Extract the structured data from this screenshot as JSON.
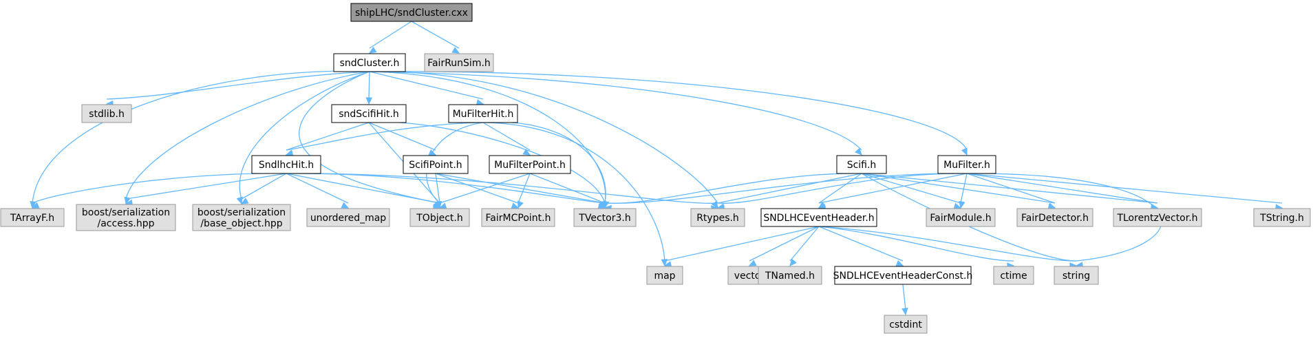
{
  "graph": {
    "colors": {
      "edge": "#63b8ff",
      "root_fill": "#999999",
      "file_fill": "#ffffff",
      "file_stroke": "#000000",
      "external_fill": "#e0e0e0",
      "external_stroke": "#999999"
    },
    "nodes": [
      {
        "id": "root",
        "label": [
          "shipLHC/sndCluster.cxx"
        ],
        "kind": "root"
      },
      {
        "id": "sndCluster",
        "label": [
          "sndCluster.h"
        ],
        "kind": "file"
      },
      {
        "id": "FairRunSim",
        "label": [
          "FairRunSim.h"
        ],
        "kind": "external"
      },
      {
        "id": "stdlib",
        "label": [
          "stdlib.h"
        ],
        "kind": "external"
      },
      {
        "id": "sndScifiHit",
        "label": [
          "sndScifiHit.h"
        ],
        "kind": "file"
      },
      {
        "id": "MuFilterHit",
        "label": [
          "MuFilterHit.h"
        ],
        "kind": "file"
      },
      {
        "id": "SndlhcHit",
        "label": [
          "SndlhcHit.h"
        ],
        "kind": "file"
      },
      {
        "id": "ScifiPoint",
        "label": [
          "ScifiPoint.h"
        ],
        "kind": "file"
      },
      {
        "id": "MuFilterPoint",
        "label": [
          "MuFilterPoint.h"
        ],
        "kind": "file"
      },
      {
        "id": "Scifi",
        "label": [
          "Scifi.h"
        ],
        "kind": "file"
      },
      {
        "id": "MuFilter",
        "label": [
          "MuFilter.h"
        ],
        "kind": "file"
      },
      {
        "id": "TArrayF",
        "label": [
          "TArrayF.h"
        ],
        "kind": "external"
      },
      {
        "id": "access",
        "label": [
          "boost/serialization",
          "/access.hpp"
        ],
        "kind": "external"
      },
      {
        "id": "base_object",
        "label": [
          "boost/serialization",
          "/base_object.hpp"
        ],
        "kind": "external"
      },
      {
        "id": "unordered_map",
        "label": [
          "unordered_map"
        ],
        "kind": "external"
      },
      {
        "id": "TObject",
        "label": [
          "TObject.h"
        ],
        "kind": "external"
      },
      {
        "id": "FairMCPoint",
        "label": [
          "FairMCPoint.h"
        ],
        "kind": "external"
      },
      {
        "id": "TVector3",
        "label": [
          "TVector3.h"
        ],
        "kind": "external"
      },
      {
        "id": "Rtypes",
        "label": [
          "Rtypes.h"
        ],
        "kind": "external"
      },
      {
        "id": "SNDLHCEventHeader",
        "label": [
          "SNDLHCEventHeader.h"
        ],
        "kind": "file"
      },
      {
        "id": "FairModule",
        "label": [
          "FairModule.h"
        ],
        "kind": "external"
      },
      {
        "id": "FairDetector",
        "label": [
          "FairDetector.h"
        ],
        "kind": "external"
      },
      {
        "id": "TLorentzVector",
        "label": [
          "TLorentzVector.h"
        ],
        "kind": "external"
      },
      {
        "id": "TString",
        "label": [
          "TString.h"
        ],
        "kind": "external"
      },
      {
        "id": "map",
        "label": [
          "map"
        ],
        "kind": "external"
      },
      {
        "id": "vector",
        "label": [
          "vector"
        ],
        "kind": "external"
      },
      {
        "id": "TNamed",
        "label": [
          "TNamed.h"
        ],
        "kind": "external"
      },
      {
        "id": "SNDLHCEventHeaderConst",
        "label": [
          "SNDLHCEventHeaderConst.h"
        ],
        "kind": "file"
      },
      {
        "id": "ctime",
        "label": [
          "ctime"
        ],
        "kind": "external"
      },
      {
        "id": "string",
        "label": [
          "string"
        ],
        "kind": "external"
      },
      {
        "id": "cstdint",
        "label": [
          "cstdint"
        ],
        "kind": "external"
      }
    ],
    "edges": [
      [
        "root",
        "sndCluster"
      ],
      [
        "root",
        "FairRunSim"
      ],
      [
        "sndCluster",
        "TArrayF"
      ],
      [
        "sndCluster",
        "stdlib"
      ],
      [
        "sndCluster",
        "access"
      ],
      [
        "sndCluster",
        "base_object"
      ],
      [
        "sndCluster",
        "TObject"
      ],
      [
        "sndCluster",
        "sndScifiHit"
      ],
      [
        "sndCluster",
        "MuFilterHit"
      ],
      [
        "sndCluster",
        "TVector3"
      ],
      [
        "sndCluster",
        "Rtypes"
      ],
      [
        "sndCluster",
        "Scifi"
      ],
      [
        "sndCluster",
        "MuFilter"
      ],
      [
        "sndScifiHit",
        "SndlhcHit"
      ],
      [
        "sndScifiHit",
        "ScifiPoint"
      ],
      [
        "sndScifiHit",
        "TObject"
      ],
      [
        "sndScifiHit",
        "TVector3"
      ],
      [
        "MuFilterHit",
        "SndlhcHit"
      ],
      [
        "MuFilterHit",
        "MuFilterPoint"
      ],
      [
        "MuFilterHit",
        "TObject"
      ],
      [
        "MuFilterHit",
        "TVector3"
      ],
      [
        "MuFilterHit",
        "map"
      ],
      [
        "SndlhcHit",
        "TArrayF"
      ],
      [
        "SndlhcHit",
        "access"
      ],
      [
        "SndlhcHit",
        "base_object"
      ],
      [
        "SndlhcHit",
        "unordered_map"
      ],
      [
        "SndlhcHit",
        "TObject"
      ],
      [
        "SndlhcHit",
        "TVector3"
      ],
      [
        "SndlhcHit",
        "Rtypes"
      ],
      [
        "ScifiPoint",
        "TObject"
      ],
      [
        "ScifiPoint",
        "FairMCPoint"
      ],
      [
        "ScifiPoint",
        "TVector3"
      ],
      [
        "MuFilterPoint",
        "TObject"
      ],
      [
        "MuFilterPoint",
        "FairMCPoint"
      ],
      [
        "MuFilterPoint",
        "TVector3"
      ],
      [
        "Scifi",
        "TVector3"
      ],
      [
        "Scifi",
        "Rtypes"
      ],
      [
        "Scifi",
        "SNDLHCEventHeader"
      ],
      [
        "Scifi",
        "FairModule"
      ],
      [
        "Scifi",
        "FairDetector"
      ],
      [
        "Scifi",
        "TLorentzVector"
      ],
      [
        "Scifi",
        "string"
      ],
      [
        "MuFilter",
        "TVector3"
      ],
      [
        "MuFilter",
        "Rtypes"
      ],
      [
        "MuFilter",
        "SNDLHCEventHeader"
      ],
      [
        "MuFilter",
        "FairModule"
      ],
      [
        "MuFilter",
        "FairDetector"
      ],
      [
        "MuFilter",
        "TLorentzVector"
      ],
      [
        "MuFilter",
        "TString"
      ],
      [
        "MuFilter",
        "string"
      ],
      [
        "SNDLHCEventHeader",
        "map"
      ],
      [
        "SNDLHCEventHeader",
        "vector"
      ],
      [
        "SNDLHCEventHeader",
        "TNamed"
      ],
      [
        "SNDLHCEventHeader",
        "SNDLHCEventHeaderConst"
      ],
      [
        "SNDLHCEventHeader",
        "ctime"
      ],
      [
        "SNDLHCEventHeader",
        "string"
      ],
      [
        "SNDLHCEventHeaderConst",
        "cstdint"
      ]
    ]
  }
}
